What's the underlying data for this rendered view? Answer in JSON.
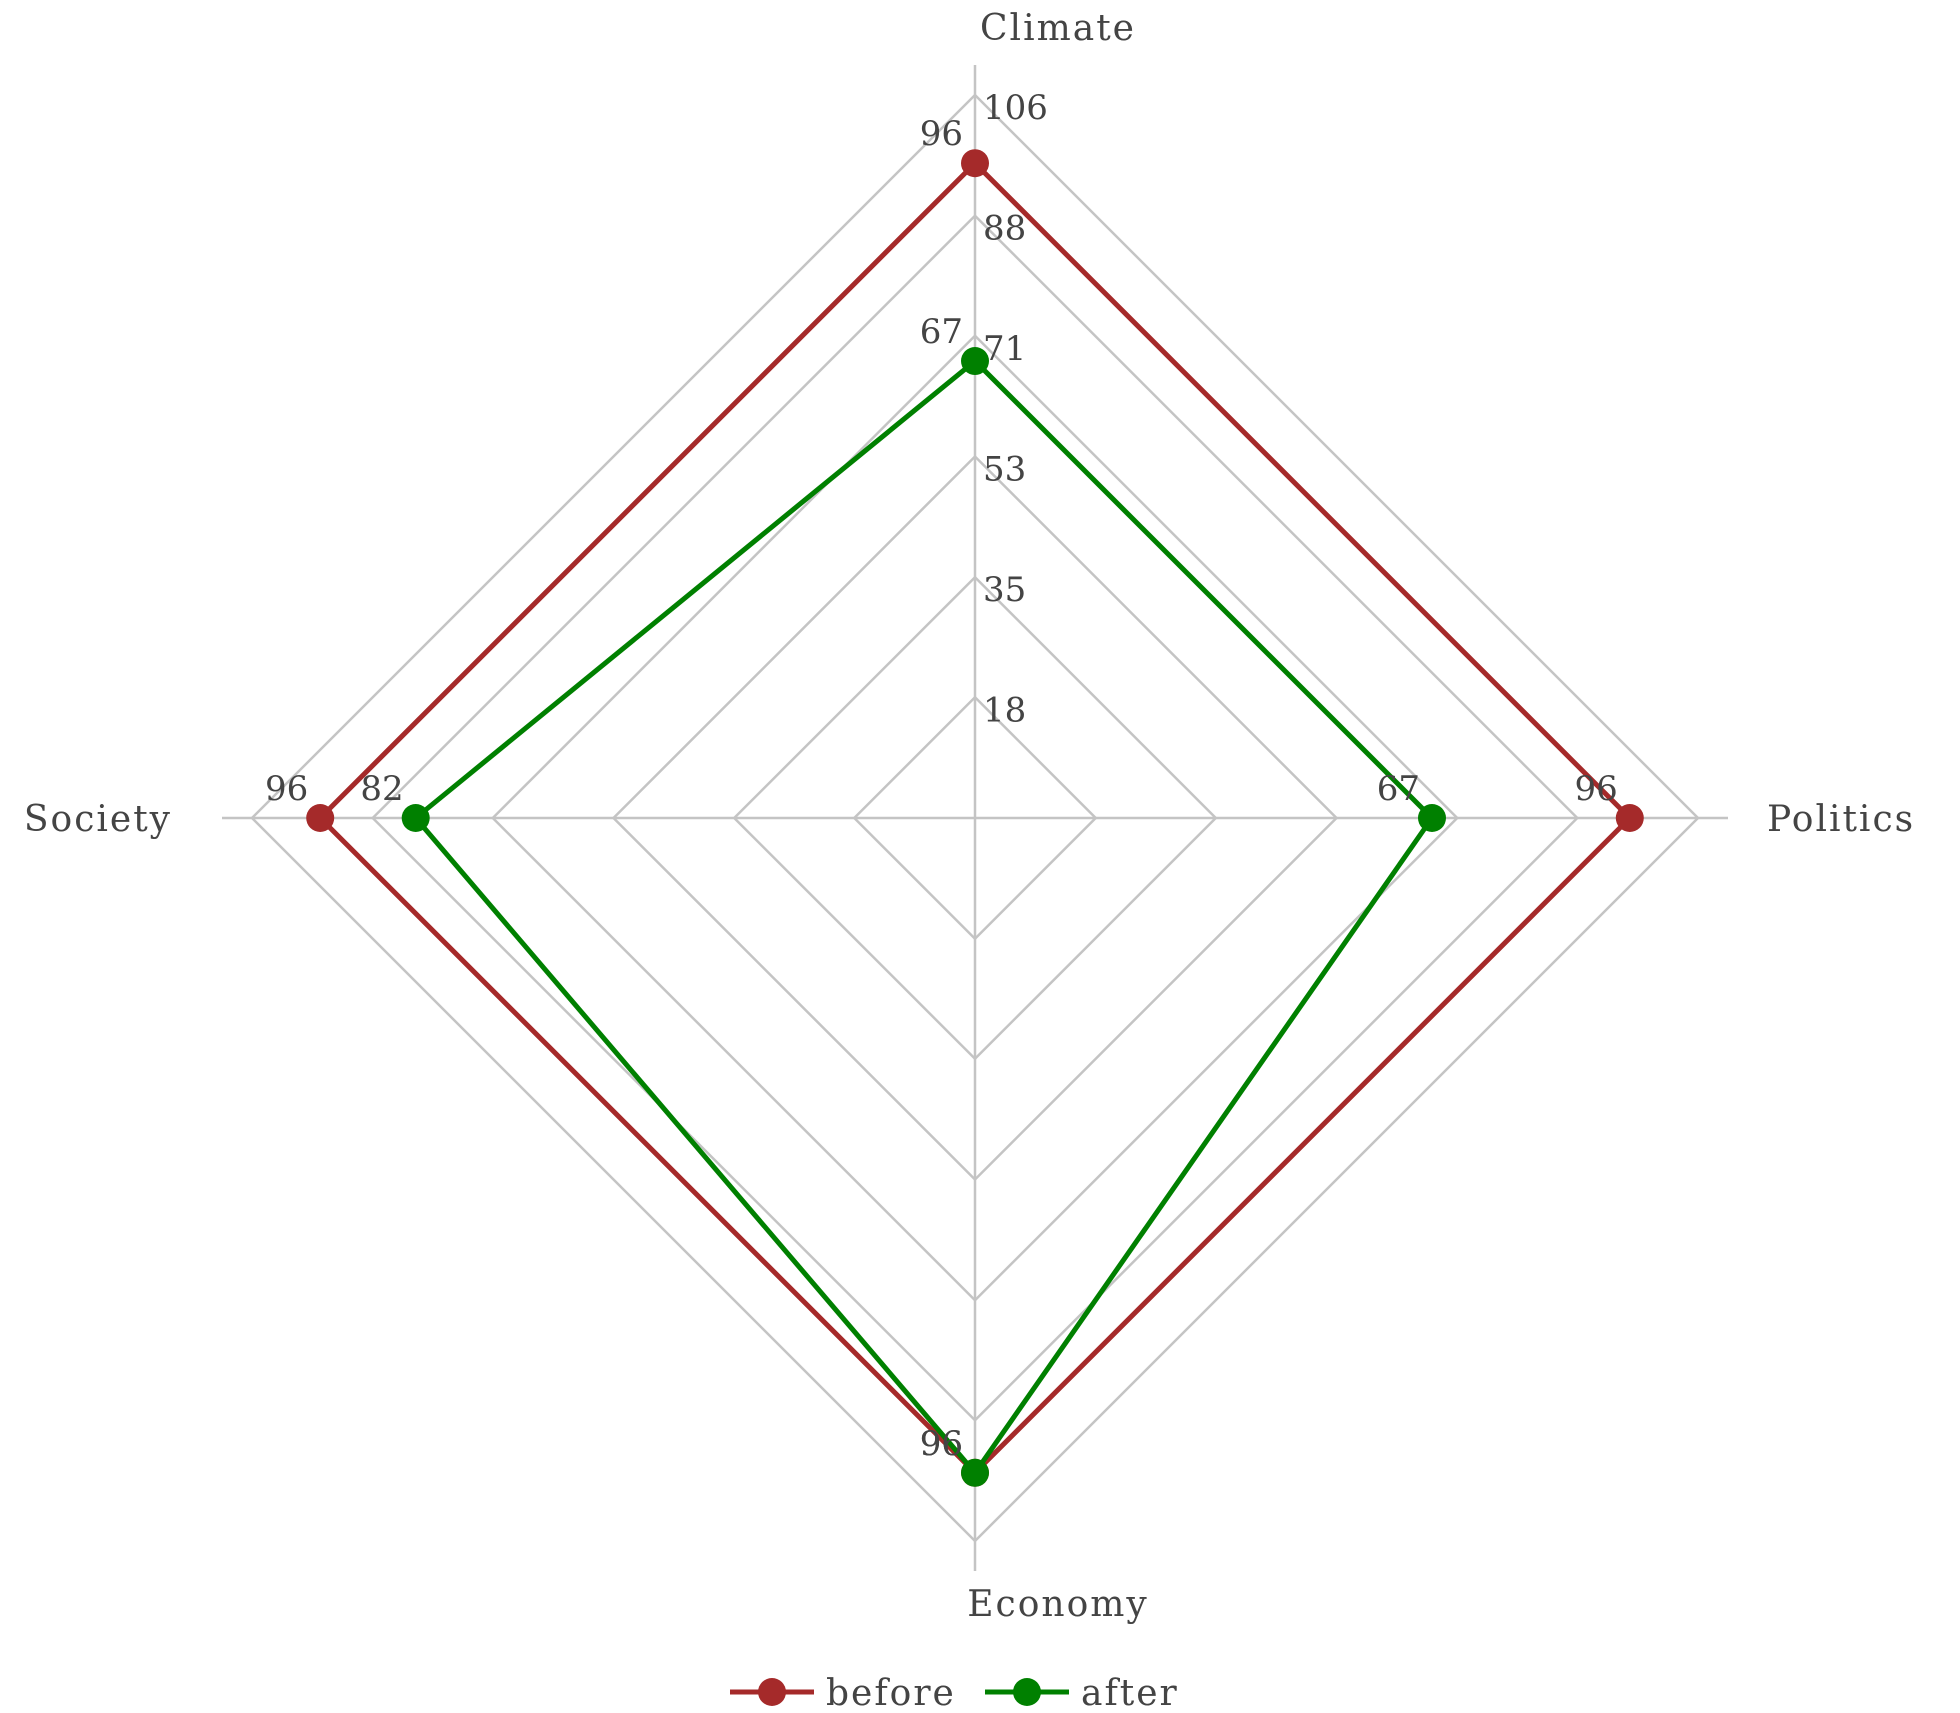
{
  "chart_data": {
    "type": "radar",
    "indicators": [
      "Climate",
      "Politics",
      "Economy",
      "Society"
    ],
    "axis_max": 106,
    "ticks": [
      "18",
      "35",
      "53",
      "71",
      "88",
      "106"
    ],
    "tick_values": [
      17.7,
      35.3,
      53,
      70.7,
      88.3,
      106
    ],
    "series": [
      {
        "name": "before",
        "color": "#a52a2a",
        "values": [
          96,
          96,
          96,
          96
        ]
      },
      {
        "name": "after",
        "color": "#008000",
        "values": [
          67,
          67,
          96,
          82
        ]
      }
    ],
    "grid": true,
    "legend_position": "bottom"
  }
}
